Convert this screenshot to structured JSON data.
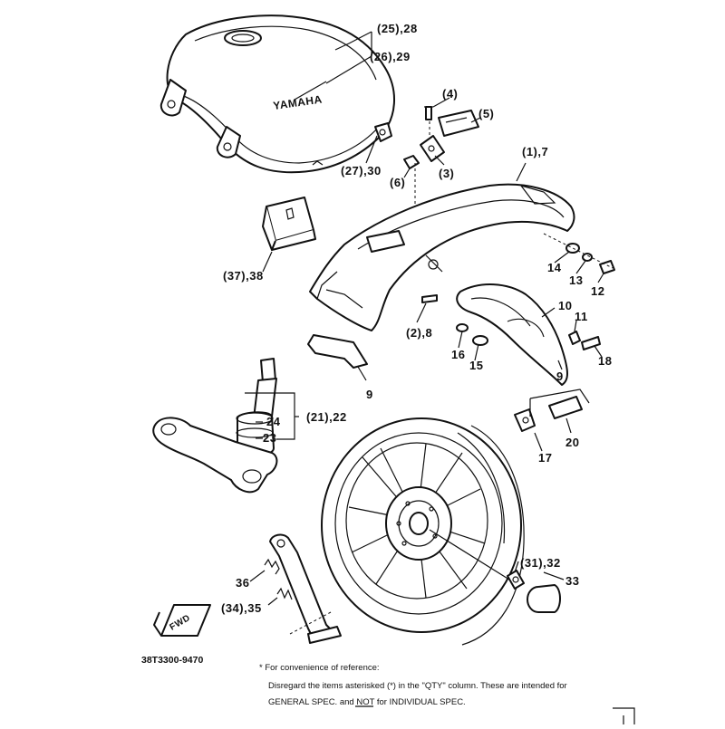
{
  "diagram": {
    "document_code": "38T3300-9470",
    "logo_text": "YAMAHA",
    "fwd_text": "FWD",
    "labels": {
      "l25_28": "(25),28",
      "l26_29": "(26),29",
      "l4": "(4)",
      "l5": "(5)",
      "l27_30": "(27),30",
      "l6": "(6)",
      "l3": "(3)",
      "l1_7": "(1),7",
      "l37_38": "(37),38",
      "l14": "14",
      "l13": "13",
      "l12": "12",
      "l2_8": "(2),8",
      "l10": "10",
      "l11": "11",
      "l16": "16",
      "l15": "15",
      "l18": "18",
      "l9a": "9",
      "l9b": "9",
      "l21_22": "(21),22",
      "l24": "24",
      "l23": "23",
      "l17": "17",
      "l20": "20",
      "l31_32": "(31),32",
      "l33": "33",
      "l36": "36",
      "l34_35": "(34),35"
    },
    "footnote": {
      "line1": "* For convenience of reference:",
      "line2": "Disregard the items asterisked (*) in the \"QTY\" column.  These are intended for",
      "line3": "GENERAL SPEC. and NOT for INDIVIDUAL SPEC."
    }
  }
}
